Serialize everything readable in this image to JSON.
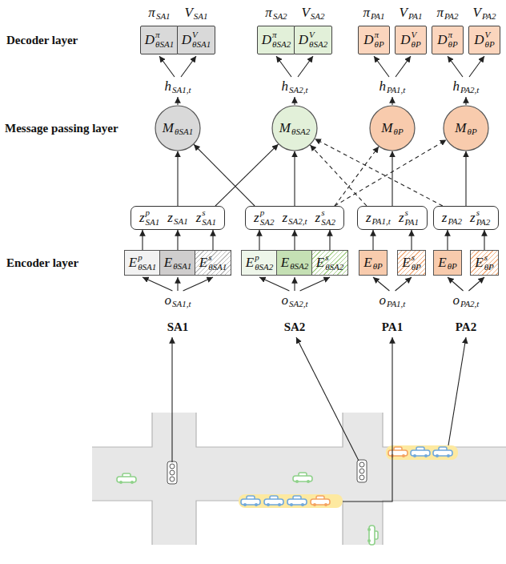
{
  "diagram": {
    "nodes": [
      {
        "text": [
          "D",
          "π",
          "θSA1"
        ]
      },
      {
        "text": [
          "D",
          "V",
          "θSA1"
        ]
      },
      {
        "text": [
          "D",
          "π",
          "θSA2"
        ]
      },
      {
        "text": [
          "D",
          "V",
          "θSA2"
        ]
      },
      {
        "text": [
          "D",
          "π",
          "θP"
        ]
      },
      {
        "text": [
          "D",
          "V",
          "θP"
        ]
      },
      {
        "text": [
          "D",
          "π",
          "θP"
        ]
      },
      {
        "text": [
          "D",
          "V",
          "θP"
        ]
      },
      {
        "text": [
          "M",
          "θSA1"
        ]
      },
      {
        "text": [
          "M",
          "θSA2"
        ]
      },
      {
        "text": [
          "M",
          "θP"
        ]
      },
      {
        "text": [
          "M",
          "θP"
        ]
      },
      {
        "text": [
          "z",
          "p",
          "SA1",
          "z",
          "SA1",
          "z",
          "s",
          "SA1"
        ]
      },
      {
        "text": [
          "z",
          "p",
          "SA2",
          "z",
          "SA2,t",
          "z",
          "s",
          "SA2"
        ]
      },
      {
        "text": [
          "z",
          "PA1,t",
          "z",
          "s",
          "PA1"
        ]
      },
      {
        "text": [
          "z",
          "PA2",
          "z",
          "s",
          "PA2"
        ]
      },
      {
        "text": [
          "E",
          "p",
          "θSA1"
        ]
      },
      {
        "text": [
          "E",
          "θSA1"
        ]
      },
      {
        "text": [
          "E",
          "s",
          "θSA1"
        ]
      },
      {
        "text": [
          "E",
          "p",
          "θSA2"
        ]
      },
      {
        "text": [
          "E",
          "θSA2"
        ]
      },
      {
        "text": [
          "E",
          "s",
          "θSA2"
        ]
      },
      {
        "text": [
          "E",
          "θP"
        ]
      },
      {
        "text": [
          "E",
          "s",
          "θP"
        ]
      },
      {
        "text": [
          "E",
          "θP"
        ]
      },
      {
        "text": [
          "E",
          "s",
          "θP"
        ]
      }
    ],
    "edges": [
      {
        "from": 16,
        "to": 12,
        "arrow": "to"
      },
      {
        "from": 17,
        "to": 12,
        "arrow": "to"
      },
      {
        "from": 18,
        "to": 12,
        "arrow": "to"
      },
      {
        "from": 19,
        "to": 13,
        "arrow": "to"
      },
      {
        "from": 20,
        "to": 13,
        "arrow": "to"
      },
      {
        "from": 21,
        "to": 13,
        "arrow": "to"
      },
      {
        "from": 22,
        "to": 14,
        "arrow": "to"
      },
      {
        "from": 23,
        "to": 14,
        "arrow": "to"
      },
      {
        "from": 24,
        "to": 15,
        "arrow": "to"
      },
      {
        "from": 25,
        "to": 15,
        "arrow": "to"
      },
      {
        "from": 12,
        "to": 8,
        "arrow": "to"
      },
      {
        "from": 12,
        "to": 9,
        "arrow": "to"
      },
      {
        "from": 13,
        "to": 8,
        "arrow": "to"
      },
      {
        "from": 13,
        "to": 9,
        "arrow": "to"
      },
      {
        "from": 13,
        "to": 10,
        "arrow": "to"
      },
      {
        "from": 13,
        "to": 11,
        "arrow": "to"
      },
      {
        "from": 14,
        "to": 9,
        "arrow": "to"
      },
      {
        "from": 14,
        "to": 10,
        "arrow": "to"
      },
      {
        "from": 15,
        "to": 9,
        "arrow": "to"
      },
      {
        "from": 15,
        "to": 11,
        "arrow": "to"
      }
    ],
    "labels": [
      "π",
      "SA1",
      "V",
      "SA1",
      "π",
      "SA2",
      "V",
      "SA2",
      "π",
      "PA1",
      "V",
      "PA1",
      "π",
      "PA2",
      "V",
      "PA2",
      "Decoder layer",
      "h",
      "SA1,t",
      "h",
      "SA2,t",
      "h",
      "PA1,t",
      "h",
      "PA2,t",
      "Message passing layer",
      "Encoder layer",
      "o",
      "SA1,t",
      "o",
      "SA2,t",
      "o",
      "PA1,t",
      "o",
      "PA2,t",
      "SA1",
      "SA2",
      "PA1",
      "PA2"
    ]
  }
}
